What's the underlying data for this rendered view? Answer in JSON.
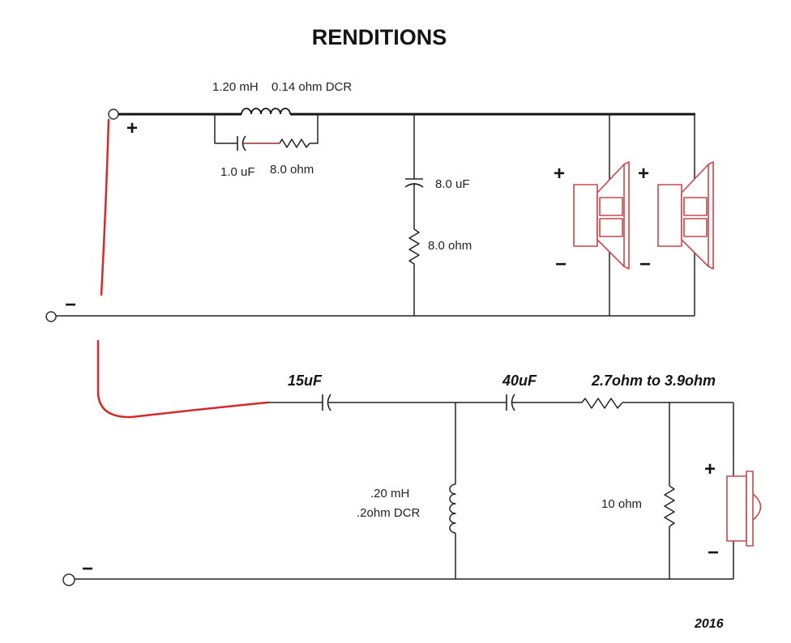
{
  "title": "RENDITIONS",
  "year": "2016",
  "colors": {
    "jumper": "#d42a2a",
    "speaker": "#c8474a"
  },
  "woofer_section": {
    "series_inductor": "1.20 mH",
    "series_inductor_dcr": "0.14 ohm DCR",
    "notch_capacitor": "1.0 uF",
    "notch_resistor": "8.0 ohm",
    "shunt_capacitor": "8.0 uF",
    "shunt_resistor": "8.0 ohm",
    "input_plus": "+",
    "input_minus": "−",
    "speakers": [
      {
        "plus": "+",
        "minus": "−"
      },
      {
        "plus": "+",
        "minus": "−"
      }
    ]
  },
  "tweeter_section": {
    "capacitor_1": "15uF",
    "capacitor_2": "40uF",
    "series_resistor": "2.7ohm to 3.9ohm",
    "shunt_inductor": ".20 mH",
    "shunt_inductor_dcr": ".2ohm DCR",
    "shunt_resistor": "10 ohm",
    "input_minus": "−",
    "tweeter_plus": "+",
    "tweeter_minus": "−"
  }
}
